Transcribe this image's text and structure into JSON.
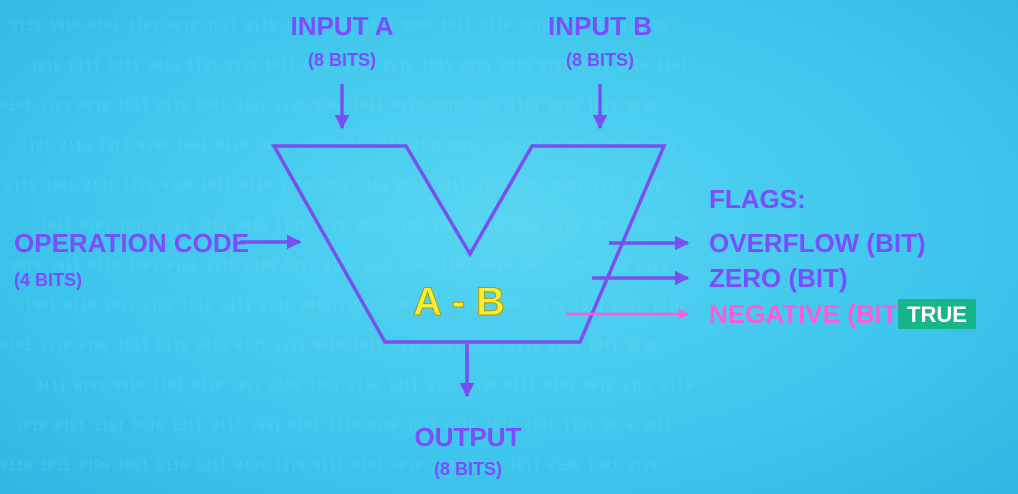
{
  "colors": {
    "line": "#7a4ff0",
    "label": "#7c4dff",
    "highlight": "#ff5bd6",
    "badge_bg": "#18b58a",
    "badge_text": "#ffffff",
    "center_text": "#f5ef3a"
  },
  "inputs": {
    "a": {
      "title": "INPUT A",
      "size": "(8 BITS)"
    },
    "b": {
      "title": "INPUT B",
      "size": "(8 BITS)"
    }
  },
  "opcode": {
    "title": "OPERATION CODE",
    "size": "(4 BITS)"
  },
  "operation": "A - B",
  "output": {
    "title": "OUTPUT",
    "size": "(8 BITS)"
  },
  "flags": {
    "title": "FLAGS:",
    "items": [
      {
        "label": "OVERFLOW (BIT)"
      },
      {
        "label": "ZERO (BIT)"
      },
      {
        "label": "NEGATIVE (BIT)",
        "badge": "TRUE"
      }
    ]
  }
}
